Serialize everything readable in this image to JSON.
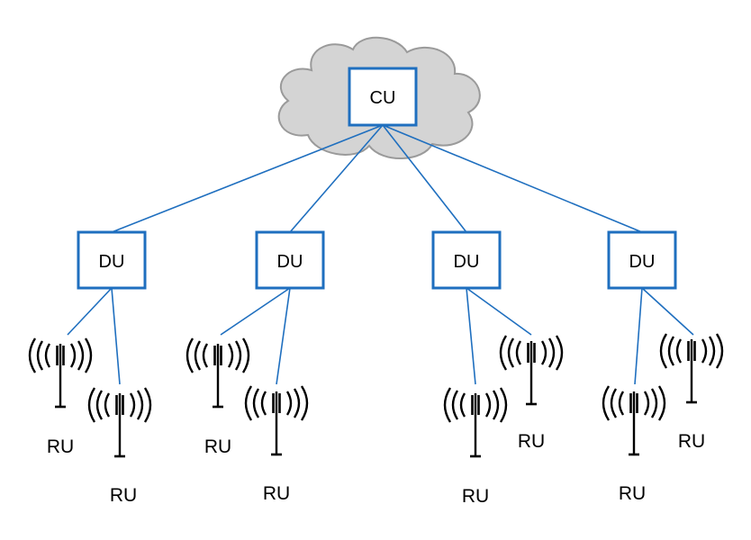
{
  "colors": {
    "link": "#1f6fbf",
    "box_border": "#1f6fbf",
    "cloud_fill": "#d4d4d4",
    "cloud_stroke": "#9a9a9a",
    "antenna": "#000000"
  },
  "cu": {
    "label": "CU",
    "location_icon": "cloud-icon"
  },
  "du_units": [
    {
      "label": "DU",
      "rus": [
        {
          "label": "RU"
        },
        {
          "label": "RU"
        }
      ]
    },
    {
      "label": "DU",
      "rus": [
        {
          "label": "RU"
        },
        {
          "label": "RU"
        }
      ]
    },
    {
      "label": "DU",
      "rus": [
        {
          "label": "RU"
        },
        {
          "label": "RU"
        }
      ]
    },
    {
      "label": "DU",
      "rus": [
        {
          "label": "RU"
        },
        {
          "label": "RU"
        }
      ]
    }
  ],
  "ru_icon": "antenna-icon"
}
